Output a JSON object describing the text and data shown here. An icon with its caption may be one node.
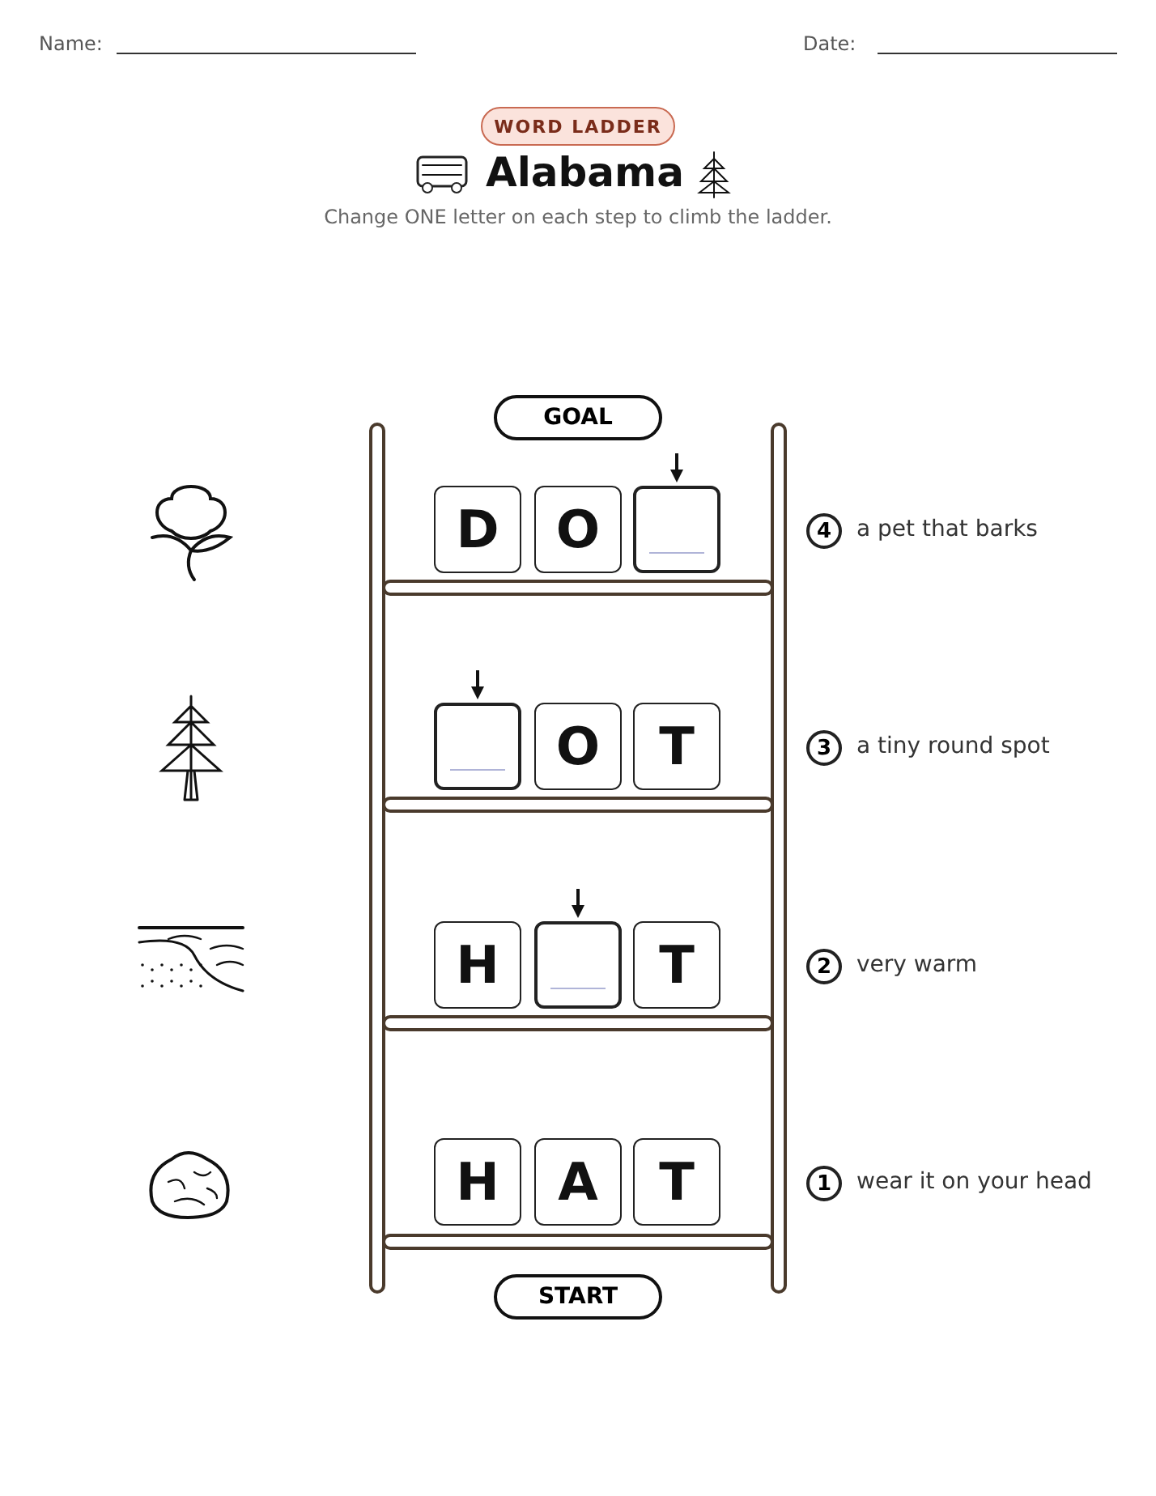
{
  "diagram": {
    "title": "Alabama",
    "nodes": [
      {
        "text": [
          "WORD LADDER"
        ]
      },
      {
        "text": [
          "GOAL"
        ]
      },
      {
        "text": [
          "D"
        ]
      },
      {
        "text": [
          "O"
        ]
      },
      {
        "text": [],
        "shape": "box"
      },
      {
        "text": [
          "4"
        ],
        "beside": [
          "a pet that barks"
        ]
      },
      {
        "text": [],
        "shape": "box"
      },
      {
        "text": [
          "O"
        ]
      },
      {
        "text": [
          "T"
        ]
      },
      {
        "text": [
          "3"
        ],
        "beside": [
          "a tiny round spot"
        ]
      },
      {
        "text": [
          "H"
        ]
      },
      {
        "text": [],
        "shape": "box"
      },
      {
        "text": [
          "T"
        ]
      },
      {
        "text": [
          "2"
        ],
        "beside": [
          "very warm"
        ]
      },
      {
        "text": [
          "H"
        ]
      },
      {
        "text": [
          "A"
        ]
      },
      {
        "text": [
          "T"
        ]
      },
      {
        "text": [
          "1"
        ],
        "beside": [
          "wear it on your head"
        ]
      },
      {
        "text": [
          "START"
        ]
      }
    ],
    "edges": [
      {
        "from": null,
        "to": 4,
        "arrow": "to"
      },
      {
        "from": null,
        "to": 6,
        "arrow": "to"
      },
      {
        "from": null,
        "to": 11,
        "arrow": "to"
      }
    ],
    "labels": [
      "Name:",
      "Date:",
      "Change ONE letter on each step to climb the ladder."
    ]
  }
}
